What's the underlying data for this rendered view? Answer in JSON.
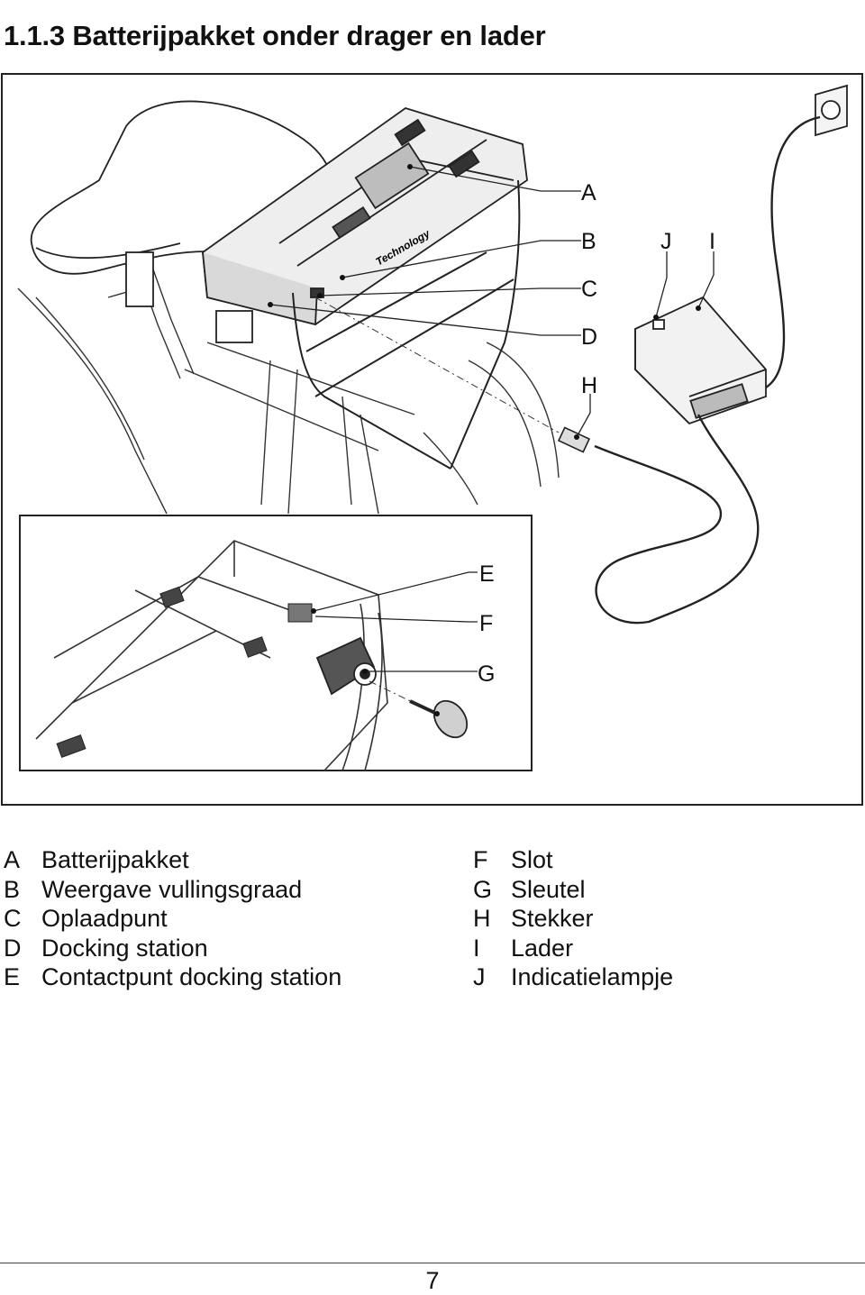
{
  "page": {
    "title": "1.1.3  Batterijpakket onder drager en lader",
    "page_number": "7"
  },
  "figure": {
    "callouts": {
      "A": "A",
      "B": "B",
      "C": "C",
      "D": "D",
      "H": "H",
      "J": "J",
      "I": "I",
      "E": "E",
      "F": "F",
      "G": "G"
    },
    "battery_brand": "Technology"
  },
  "legend": {
    "left": [
      {
        "key": "A",
        "text": "Batterijpakket"
      },
      {
        "key": "B",
        "text": "Weergave vullingsgraad"
      },
      {
        "key": "C",
        "text": "Oplaadpunt"
      },
      {
        "key": "D",
        "text": "Docking station"
      },
      {
        "key": "E",
        "text": "Contactpunt docking station"
      }
    ],
    "right": [
      {
        "key": "F",
        "text": "Slot"
      },
      {
        "key": "G",
        "text": "Sleutel"
      },
      {
        "key": "H",
        "text": "Stekker"
      },
      {
        "key": "I",
        "text": "Lader"
      },
      {
        "key": "J",
        "text": "Indicatielampje"
      }
    ]
  }
}
